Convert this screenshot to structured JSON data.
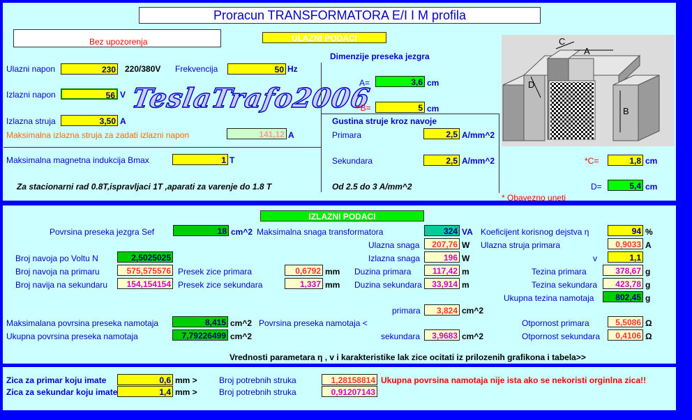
{
  "title": "Proracun TRANSFORMATORA  E/I I M profila",
  "warning": "Bez upozorenja",
  "logo": "TeslaTrafo2006",
  "ulazni": {
    "header": "ULAZNI PODACI",
    "ulazni_napon_label": "Ulazni napon",
    "ulazni_napon": "230",
    "napon_note": "220/380V",
    "frekvencija_label": "Frekvencija",
    "frekvencija": "50",
    "hz": "Hz",
    "izlazni_napon_label": "Izlazni napon",
    "izlazni_napon": "56",
    "v_unit": "V",
    "izlazna_struja_label": "Izlazna struja",
    "izlazna_struja": "3,50",
    "a_unit": "A",
    "max_struja_label": "Maksimalna izlazna struja za zadati izlazni napon",
    "max_struja": "141,12",
    "max_struja_unit": "A",
    "bmax_label": "Maksimalna magnetna indukcija Bmax",
    "bmax": "1",
    "t_unit": "T",
    "note": "Za stacionarni rad 0.8T,ispravljaci 1T ,aparati za varenje do 1.8 T"
  },
  "dimenzije": {
    "header": "Dimenzije preseka jezgra",
    "a_label": "A=",
    "a": "3,6",
    "b_label": "*B=",
    "b": "5",
    "cm": "cm",
    "c_label": "*C=",
    "c": "1,8",
    "d_label": "D=",
    "d": "5,4",
    "obavezno": "* Obavezno uneti",
    "diagram_c": "C",
    "diagram_a": "A",
    "diagram_d": "D",
    "diagram_b": "B"
  },
  "gustina": {
    "header": "Gustina struje kroz navoje",
    "primara_label": "Primara",
    "primara": "2,5",
    "sekundara_label": "Sekundara",
    "sekundara": "2,5",
    "unit": "A/mm^2",
    "note": "Od 2.5 do 3 A/mm^2"
  },
  "izlazni": {
    "header": "IZLAZNI PODACI",
    "sef_label": "Povrsina preseka jezgra Sef",
    "sef": "18",
    "cm2": "cm^2",
    "snaga_label": "Maksimalna snaga transformatora",
    "snaga": "324",
    "va": "VA",
    "eta_label": "Koeficijent korisnog dejstva η",
    "eta": "94",
    "pct": "%",
    "ulazna_snaga_label": "Ulazna snaga",
    "ulazna_snaga": "207,76",
    "w": "W",
    "ulazna_struja_label": "Ulazna struja primara",
    "ulazna_struja": "0,9033",
    "a": "A",
    "izlazna_snaga_label": "Izlazna snaga",
    "izlazna_snaga": "196",
    "v_label": "v",
    "v_val": "1,1",
    "n_label": "Broj navoja po Voltu N",
    "n": "2,5025025",
    "np_label": "Broj navoja na primaru",
    "np": "575,575576",
    "ns_label": "Broj navija na sekundaru",
    "ns": "154,154154",
    "pzp_label": "Presek zice primara",
    "pzp": "0,6792",
    "pzs_label": "Presek zice sekundara",
    "pzs": "1,337",
    "mm": "mm",
    "dp_label": "Duzina primara",
    "dp": "117,42",
    "ds_label": "Duzina sekundara",
    "ds": "33,914",
    "m": "m",
    "tp_label": "Tezina primara",
    "tp": "378,67",
    "ts_label": "Tezina sekundara",
    "ts": "423,78",
    "ut_label": "Ukupna tezina namotaja",
    "ut": "802,45",
    "g": "g",
    "prim2_label": "primara",
    "prim2": "3,824",
    "max_pov_label": "Maksimalana povrsina preseka namotaja",
    "max_pov": "8,415",
    "pov_lt_label": "Povrsina preseka namotaja <",
    "uk_pov_label": "Ukupna povrsina preseka namotaja",
    "uk_pov": "7,79226499",
    "sek2_label": "sekundara",
    "sek2": "3,9683",
    "otp_label": "Otpornost primara",
    "otp": "5,5086",
    "ots_label": "Otpornost sekundara",
    "ots": "0,4106",
    "ohm": "Ω",
    "vrednosti": "Vrednosti parametara η , v i  karakteristike lak zice ocitati iz prilozenih grafikona i tabela>>"
  },
  "zica": {
    "primar_label": "Zica za primar koju imate",
    "primar": "0,6",
    "sekundar_label": "Zica za sekundar koju imate",
    "sekundar": "1,4",
    "mm_gt": "mm >",
    "struka_label": "Broj potrebnih struka",
    "struka_p": "1,28158814",
    "struka_s": "0,91207143",
    "warning": "Ukupna povrsina namotaja nije ista ako se nekoristi orginlna zica!!"
  }
}
